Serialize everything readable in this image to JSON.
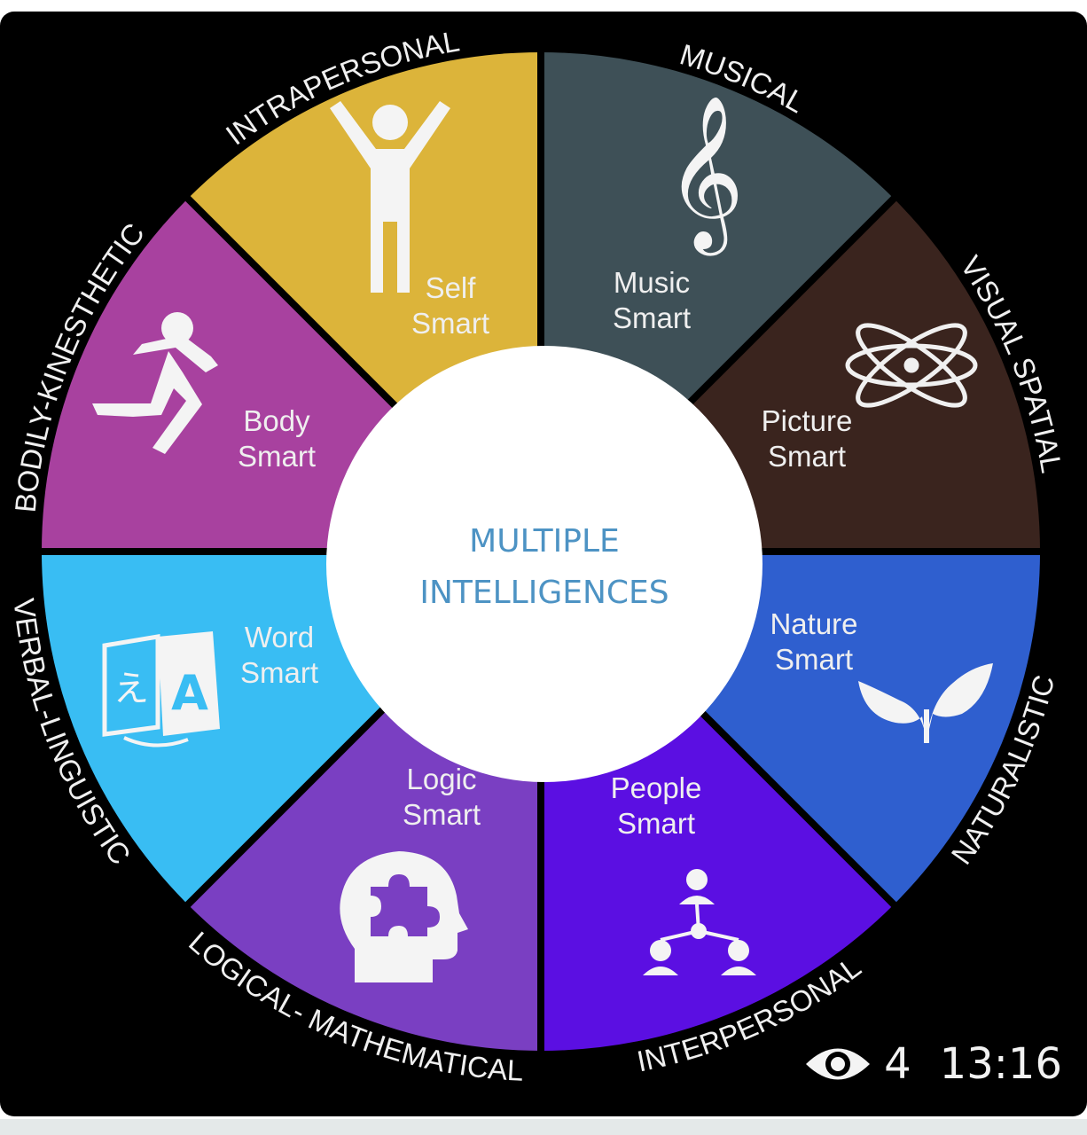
{
  "diagram": {
    "title_line1": "MULTIPLE",
    "title_line2": "INTELLIGENCES",
    "segments": [
      {
        "name": "musical",
        "category": "MUSICAL",
        "line1": "Music",
        "line2": "Smart",
        "color": "#3e5057",
        "icon": "treble-clef-icon"
      },
      {
        "name": "visual-spatial",
        "category": "VISUAL SPATIAL",
        "line1": "Picture",
        "line2": "Smart",
        "color": "#3a241e",
        "icon": "atom-icon"
      },
      {
        "name": "naturalistic",
        "category": "NATURALISTIC",
        "line1": "Nature",
        "line2": "Smart",
        "color": "#2f5fcf",
        "icon": "leaf-sprout-icon"
      },
      {
        "name": "interpersonal",
        "category": "INTERPERSONAL",
        "line1": "People",
        "line2": "Smart",
        "color": "#5b0fe2",
        "icon": "people-network-icon"
      },
      {
        "name": "logical-mathematical",
        "category": "LOGICAL- MATHEMATICAL",
        "line1": "Logic",
        "line2": "Smart",
        "color": "#7a3fc2",
        "icon": "head-puzzle-icon"
      },
      {
        "name": "verbal-linguistic",
        "category": "VERBAL-LINGUISTIC",
        "line1": "Word",
        "line2": "Smart",
        "color": "#39bdf3",
        "icon": "translate-icon"
      },
      {
        "name": "bodily-kinesthetic",
        "category": "BODILY-KINESTHETIC",
        "line1": "Body",
        "line2": "Smart",
        "color": "#a8419f",
        "icon": "runner-icon"
      },
      {
        "name": "intrapersonal",
        "category": "INTRAPERSONAL",
        "line1": "Self",
        "line2": "Smart",
        "color": "#dcb43a",
        "icon": "person-arms-raised-icon"
      }
    ],
    "center_color": "#ffffff",
    "title_color": "#4d93c4"
  },
  "message": {
    "views": "4",
    "time": "13:16"
  }
}
